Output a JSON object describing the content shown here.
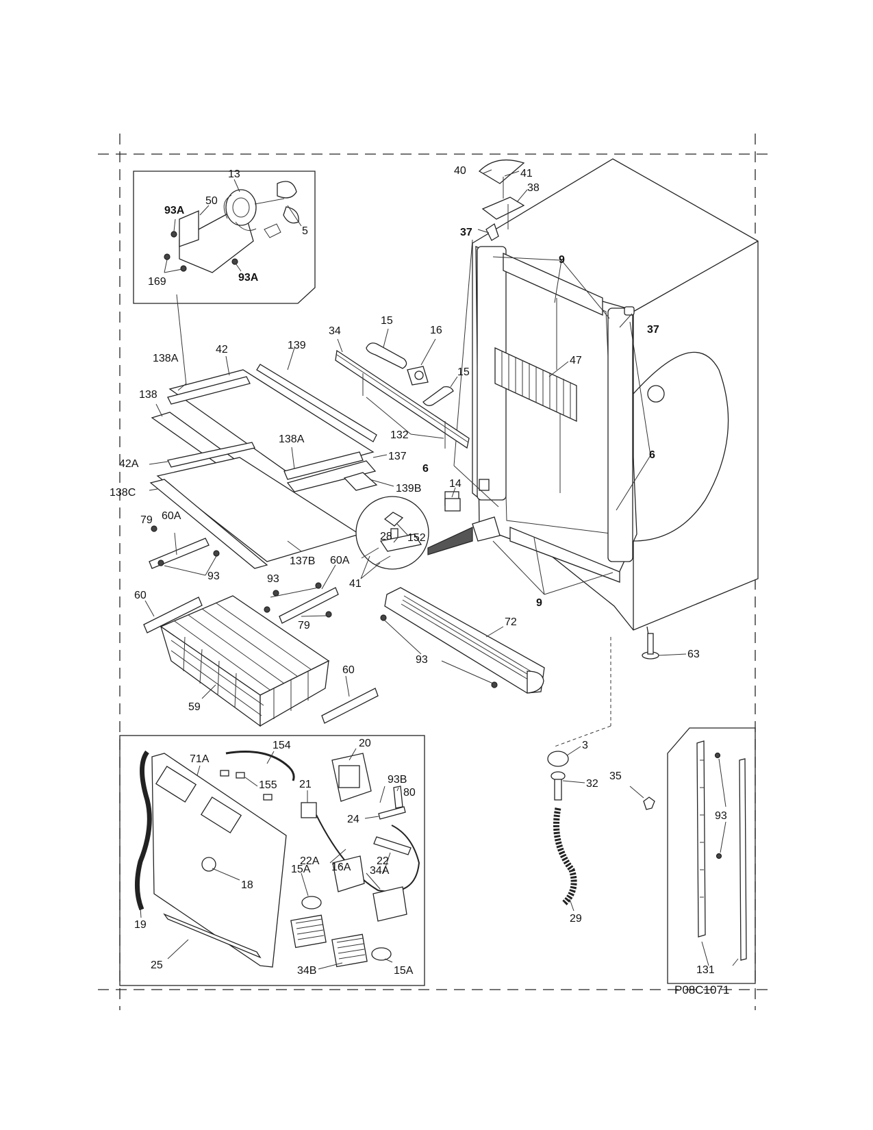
{
  "diagram_id": "P08C1071",
  "callouts": {
    "c40": "40",
    "c41a": "41",
    "c38": "38",
    "c37a": "37",
    "c37b": "37",
    "c9a": "9",
    "c9b": "9",
    "c47": "47",
    "c6a": "6",
    "c6b": "6",
    "c63": "63",
    "c13": "13",
    "c50": "50",
    "c93a1": "93A",
    "c93a2": "93A",
    "c5": "5",
    "c169": "169",
    "c34": "34",
    "c15a": "15",
    "c16": "16",
    "c15b": "15",
    "c132": "132",
    "c138a1": "138A",
    "c42": "42",
    "c139": "139",
    "c138": "138",
    "c138a2": "138A",
    "c137": "137",
    "c42a": "42A",
    "c138c": "138C",
    "c139b": "139B",
    "c137b": "137B",
    "c14": "14",
    "c28": "28",
    "c152": "152",
    "c41b": "41",
    "c79a": "79",
    "c60a1": "60A",
    "c93a": "93",
    "c93b": "93",
    "c60a2": "60A",
    "c79b": "79",
    "c60a": "60",
    "c60b": "60",
    "c59": "59",
    "c72": "72",
    "c93c": "93",
    "c3": "3",
    "c32": "32",
    "c29": "29",
    "c35": "35",
    "c93d": "93",
    "c131": "131",
    "c71a": "71A",
    "c154": "154",
    "c21": "21",
    "c20": "20",
    "c93b2": "93B",
    "c80": "80",
    "c155": "155",
    "c24": "24",
    "c22a": "22A",
    "c22": "22",
    "c18": "18",
    "c15a1": "15A",
    "c16a": "16A",
    "c34a": "34A",
    "c19": "19",
    "c25": "25",
    "c34b": "34B",
    "c15a2": "15A"
  }
}
